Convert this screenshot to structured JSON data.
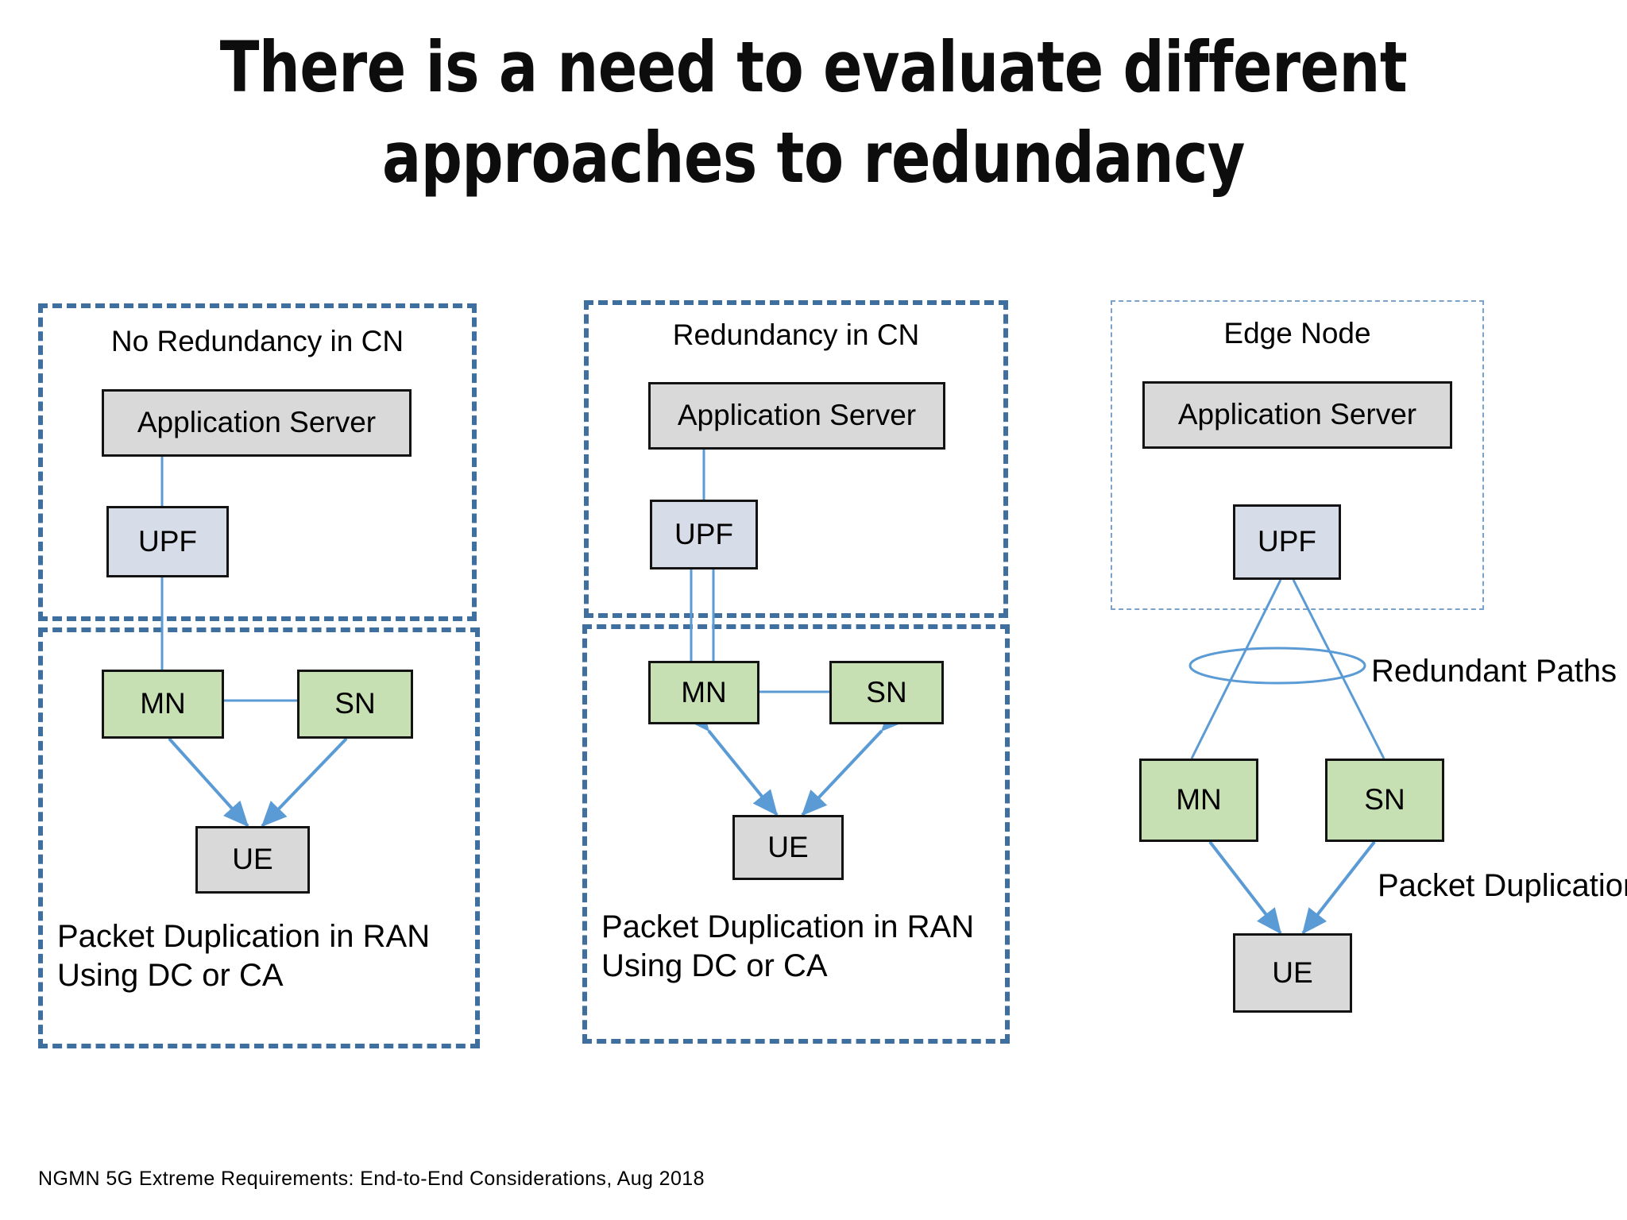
{
  "slide": {
    "title_line1": "There is a need to evaluate different",
    "title_line2": "approaches to redundancy",
    "footer": "NGMN 5G Extreme Requirements:  End-to-End  Considerations,  Aug 2018"
  },
  "colors": {
    "frame_dashed": "#3f6f9f",
    "frame_dotted": "#7ba3c9",
    "connector": "#5b9bd5",
    "node_gray": "#d9d9d9",
    "node_lavender": "#d7dce9",
    "node_green": "#c6e0b3",
    "node_border": "#131313",
    "text": "#000000"
  },
  "panels": [
    {
      "id": "panel-no-redundancy",
      "cn_label": "No Redundancy in CN",
      "nodes": {
        "app_server": "Application Server",
        "upf": "UPF",
        "mn": "MN",
        "sn": "SN",
        "ue": "UE"
      },
      "caption": "Packet Duplication in RAN\nUsing DC or CA"
    },
    {
      "id": "panel-redundancy-cn",
      "cn_label": "Redundancy in CN",
      "nodes": {
        "app_server": "Application Server",
        "upf": "UPF",
        "mn": "MN",
        "sn": "SN",
        "ue": "UE"
      },
      "caption": "Packet Duplication in RAN\nUsing DC or CA"
    },
    {
      "id": "panel-edge-node",
      "cn_label": "Edge Node",
      "nodes": {
        "app_server": "Application Server",
        "upf": "UPF",
        "mn": "MN",
        "sn": "SN",
        "ue": "UE"
      },
      "labels": {
        "redundant_paths": "Redundant Paths",
        "packet_duplication": "Packet Duplication"
      }
    }
  ]
}
